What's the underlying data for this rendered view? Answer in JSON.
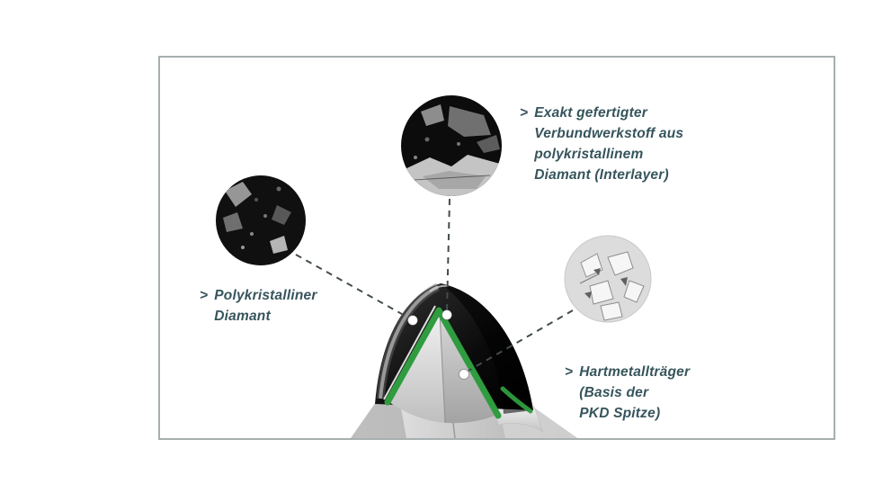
{
  "labels": {
    "interlayer": {
      "marker": ">",
      "lines": [
        "Exakt gefertigter",
        "Verbundwerkstoff aus",
        "polykristallinem",
        "Diamant (Interlayer)"
      ]
    },
    "pkd": {
      "marker": ">",
      "lines": [
        "Polykristalliner",
        "Diamant"
      ]
    },
    "traeger": {
      "marker": ">",
      "lines": [
        "Hartmetallträger",
        "(Basis der",
        "PKD Spitze)"
      ]
    }
  },
  "figures": {
    "micrograph_top": "interlayer-micrograph",
    "micrograph_left": "polycrystalline-diamond-micrograph",
    "micrograph_right": "carbide-carrier-micrograph",
    "drill_tip": "pkd-drill-tip-cutaway"
  },
  "colors": {
    "text": "#36545c",
    "accent_green": "#2f9c3f",
    "dash_line": "#434c4e",
    "panel_border": "#a6afaf"
  }
}
